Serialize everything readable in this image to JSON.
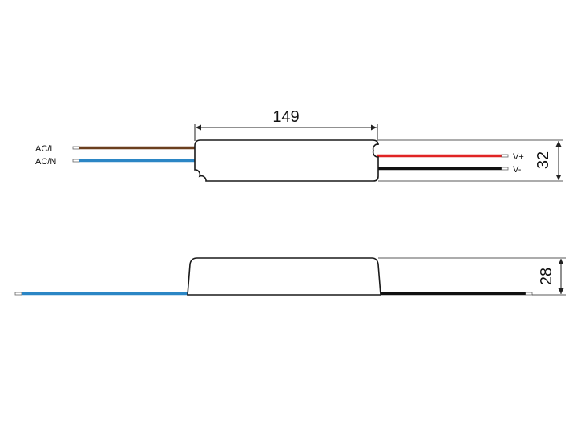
{
  "top_view": {
    "left_labels": {
      "ac_l": "AC/L",
      "ac_n": "AC/N"
    },
    "right_labels": {
      "v_plus": "V+",
      "v_minus": "V-"
    },
    "dim_length": "149",
    "dim_height": "32"
  },
  "side_view": {
    "dim_height": "28"
  },
  "colors": {
    "outline": "#1a1a1a",
    "wire_brown": "#6b3f1e",
    "wire_blue": "#2b86c5",
    "wire_red": "#e02424",
    "wire_black": "#111111",
    "dim_line": "#222222"
  }
}
